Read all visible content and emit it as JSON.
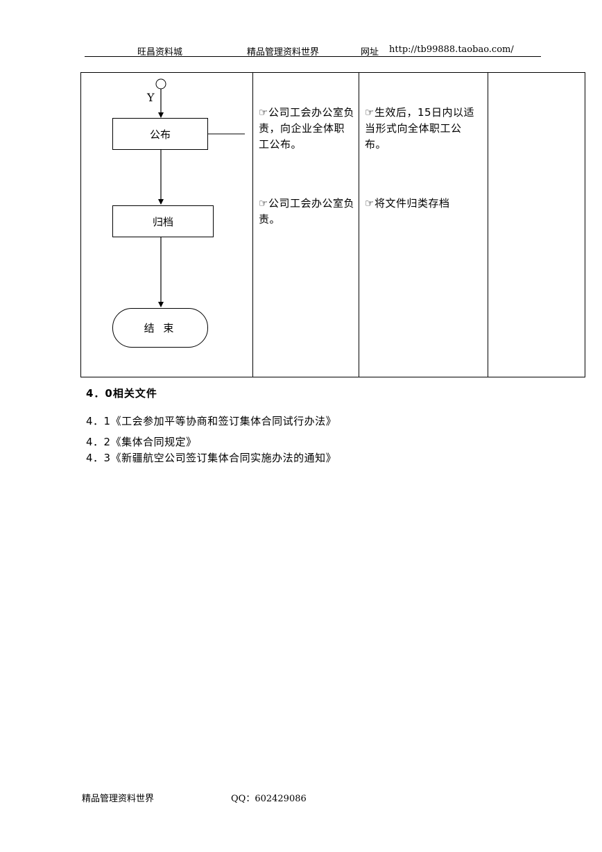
{
  "header": {
    "left": "旺昌资料城",
    "center": "精品管理资料世界",
    "url_label": "网址",
    "url": "http://tb99888.taobao.com/"
  },
  "flow": {
    "y_label": "Y",
    "publish": "公布",
    "archive": "归档",
    "end": "结 束"
  },
  "row1": {
    "responsible": "☞公司工会办公室负责，向企业全体职工公布。",
    "description": "☞生效后，15日内以适当形式向全体职工公布。"
  },
  "row2": {
    "responsible": "☞公司工会办公室负责。",
    "description": "☞将文件归类存档"
  },
  "related": {
    "title": "4．0相关文件",
    "items": [
      "4．1《工会参加平等协商和签订集体合同试行办法》",
      "4．2《集体合同规定》",
      "4．3《新疆航空公司签订集体合同实施办法的通知》"
    ]
  },
  "footer": {
    "left": "精品管理资料世界",
    "qq": "QQ：602429086"
  }
}
